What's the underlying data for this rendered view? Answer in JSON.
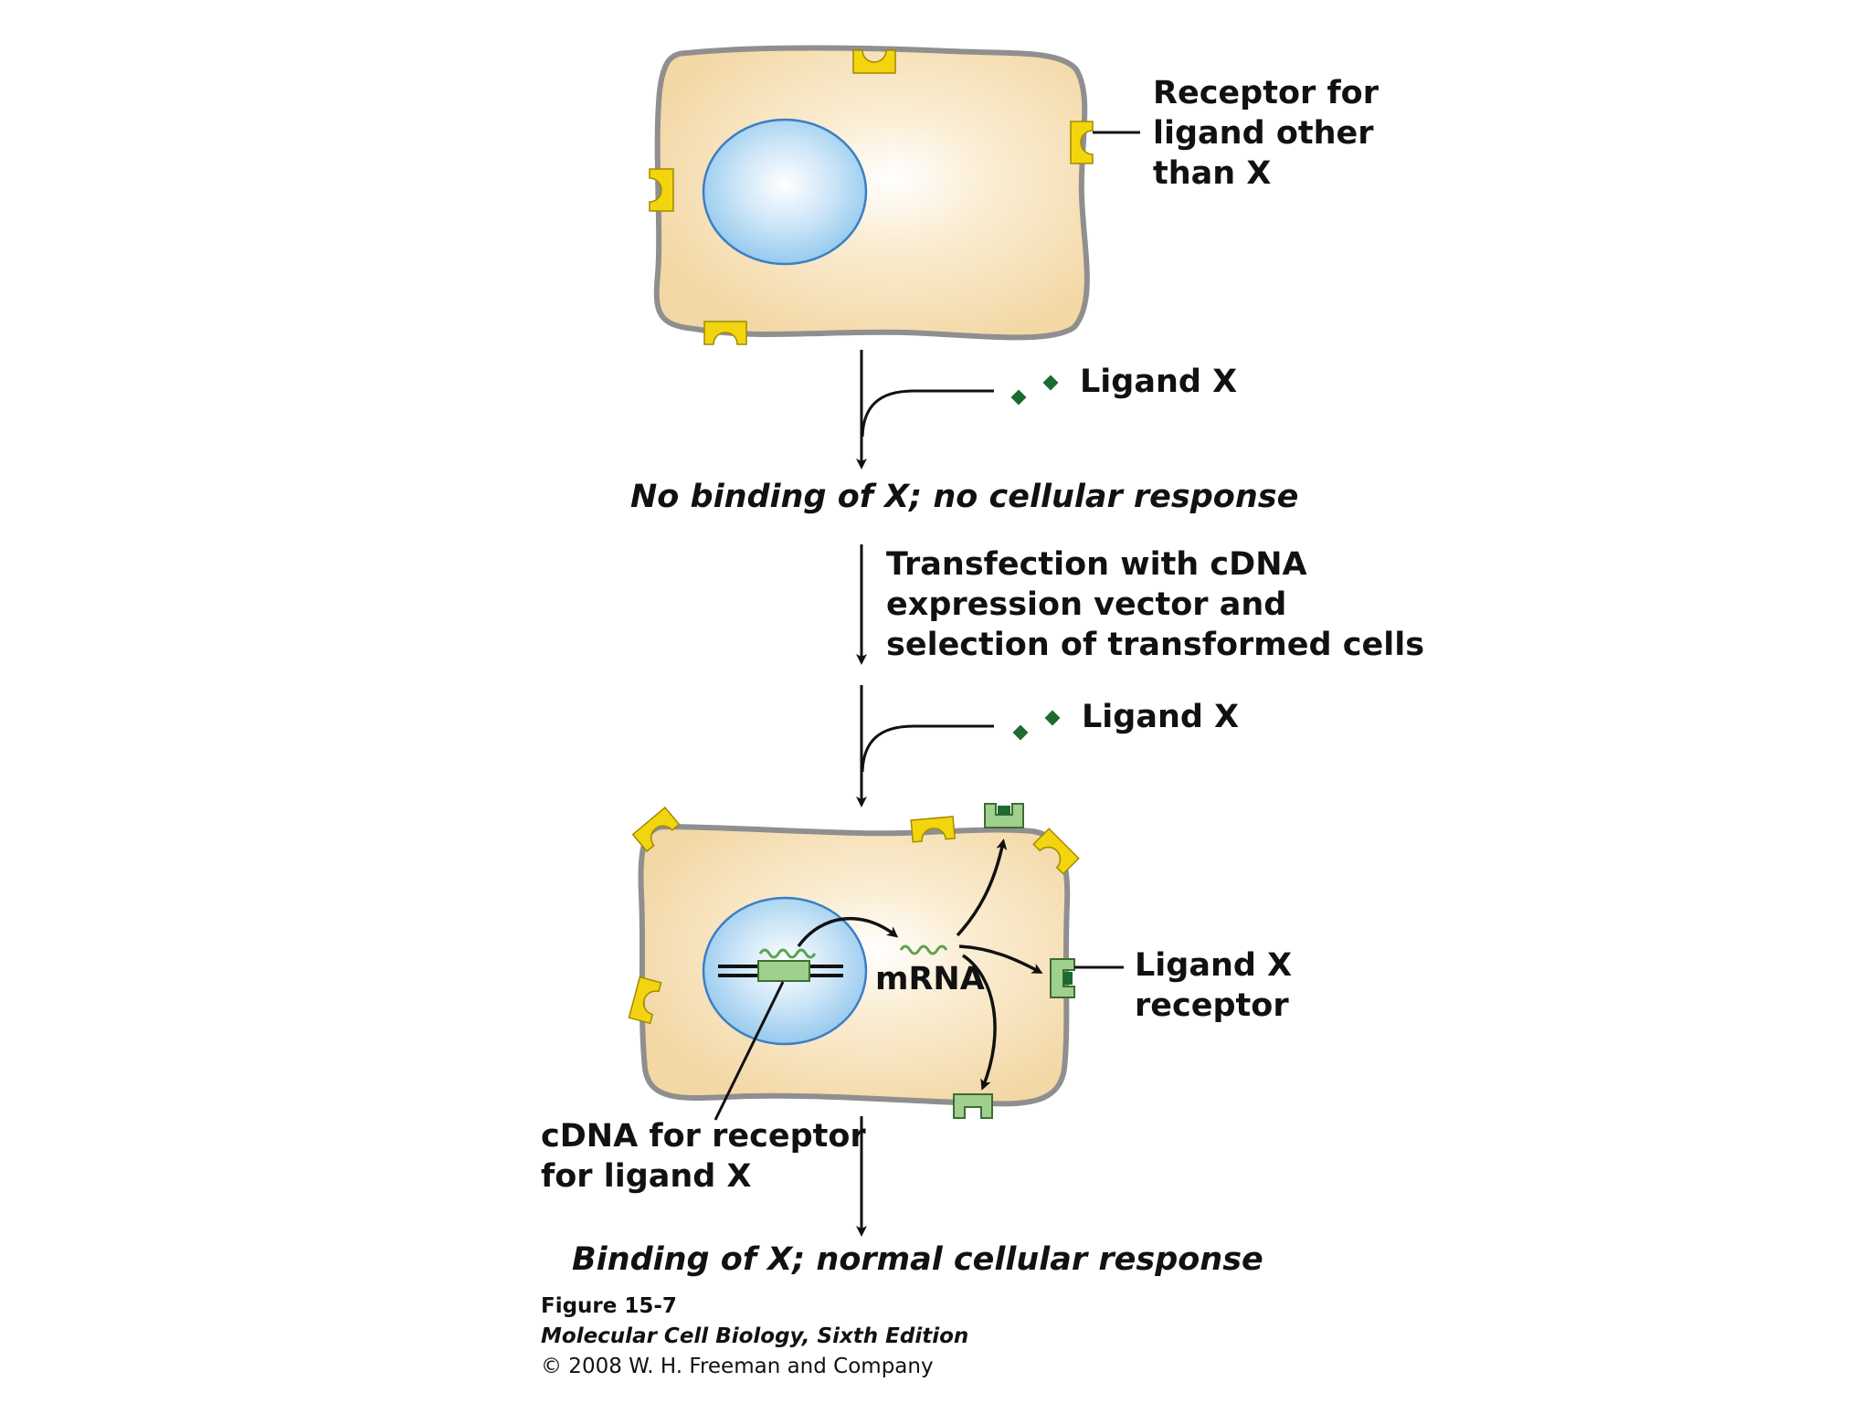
{
  "labels": {
    "receptor_other": [
      "Receptor for",
      "ligand other",
      "than X"
    ],
    "ligand_x_1": "Ligand X",
    "no_binding": "No binding of X; no cellular response",
    "transfection": [
      "Transfection with cDNA",
      "expression vector and",
      "selection of transformed cells"
    ],
    "ligand_x_2": "Ligand X",
    "mrna": "mRNA",
    "ligand_x_receptor": [
      "Ligand X",
      "receptor"
    ],
    "cdna_receptor": [
      "cDNA for receptor",
      "for ligand X"
    ],
    "binding": "Binding of X; normal cellular response"
  },
  "caption": {
    "figure": "Figure 15-7",
    "book": "Molecular Cell Biology, Sixth Edition",
    "copyright": "© 2008 W. H. Freeman and Company"
  },
  "colors": {
    "cell_fill": "#f5dcae",
    "cell_stroke": "#8f8f8f",
    "nucleus_fill": "#a8d4f2",
    "nucleus_stroke": "#3a7fc4",
    "receptor_other": "#f2d50f",
    "receptor_x": "#9fd08e",
    "ligand": "#1c6b30",
    "arrow": "#111111"
  }
}
